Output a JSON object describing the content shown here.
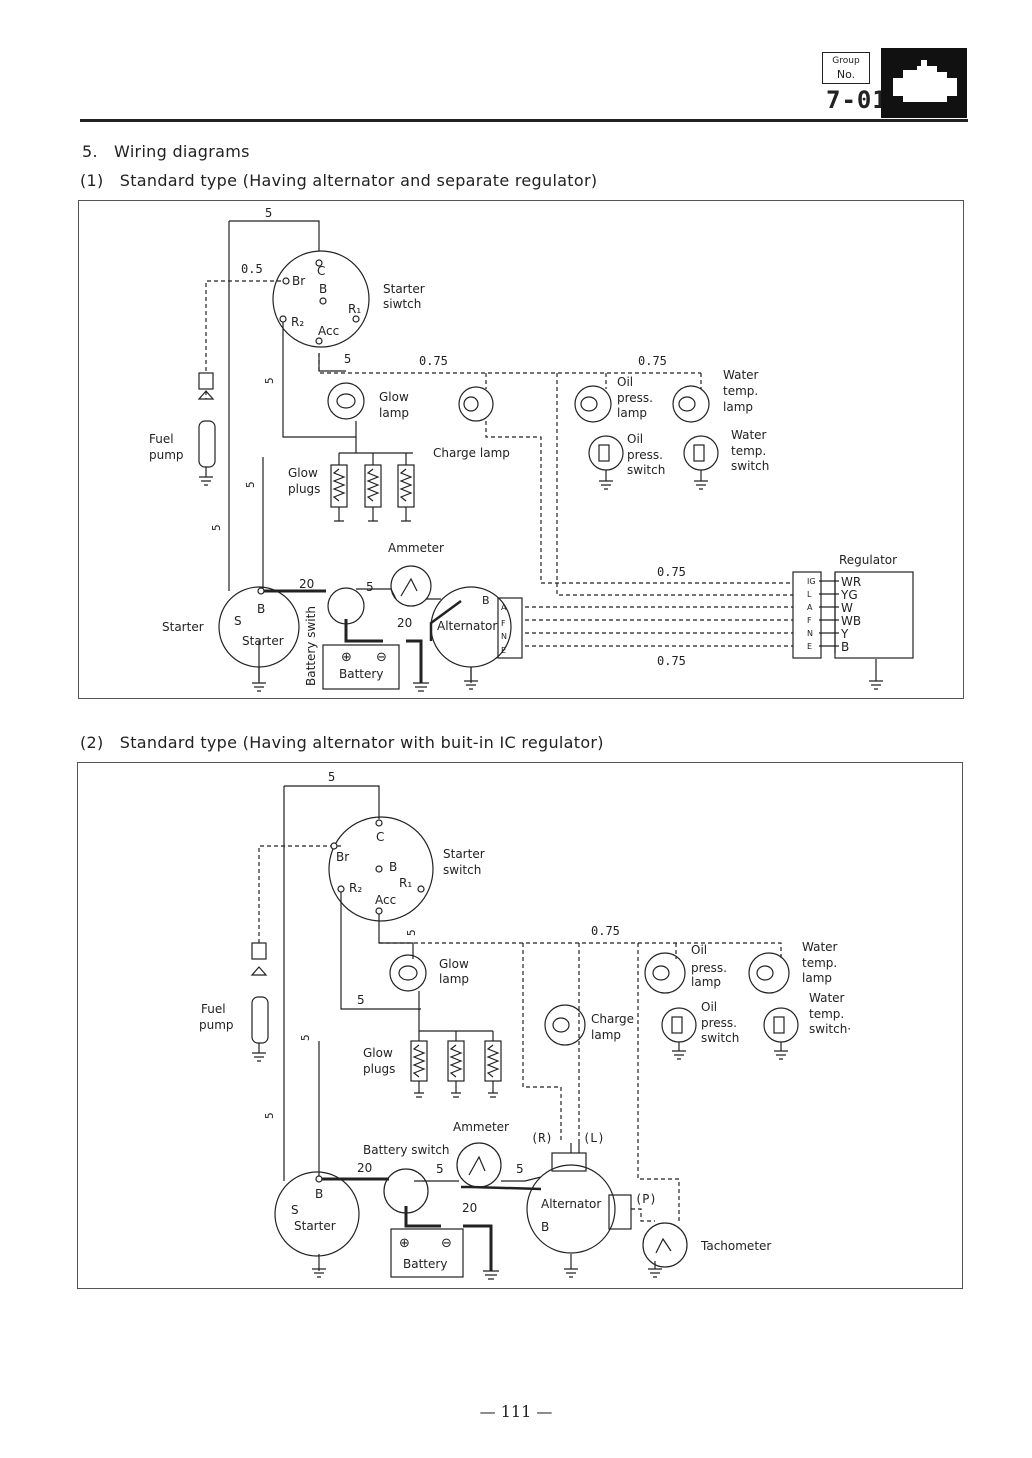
{
  "header": {
    "group_label": "Group",
    "no_label": "No.",
    "group_number": "7-01"
  },
  "section": {
    "title_num": "5.",
    "title": "Wiring diagrams"
  },
  "diagram1": {
    "heading_num": "(1)",
    "heading": "Standard type (Having alternator and separate regulator)",
    "labels": {
      "starter_switch": [
        "Starter",
        "siwtch"
      ],
      "glow_lamp": [
        "Glow",
        "lamp"
      ],
      "charge_lamp": "Charge lamp",
      "oil_press_lamp": [
        "Oil",
        "press.",
        "lamp"
      ],
      "water_temp_lamp": [
        "Water",
        "temp.",
        "lamp"
      ],
      "oil_press_switch": [
        "Oil",
        "press.",
        "switch"
      ],
      "water_temp_switch": [
        "Water",
        "temp.",
        "switch"
      ],
      "fuel_pump": [
        "Fuel",
        "pump"
      ],
      "glow_plugs": [
        "Glow",
        "plugs"
      ],
      "ammeter": "Ammeter",
      "regulator": "Regulator",
      "starter": "Starter",
      "starter_inner": "Starter",
      "battery_switch": "Battery swith",
      "battery": "Battery",
      "alternator": "Alternator",
      "terminals_switch": [
        "C",
        "Br",
        "B",
        "R₁",
        "R₂",
        "Acc"
      ],
      "terminal_s": "S",
      "terminal_b": "B",
      "alt_b": "B",
      "alt_terms": [
        "A",
        "F",
        "N",
        "E"
      ],
      "reg_left": [
        "IG",
        "L",
        "A",
        "F",
        "N",
        "E"
      ],
      "reg_right": [
        "WR",
        "YG",
        "W",
        "WB",
        "Y",
        "B"
      ]
    },
    "wire_sizes": {
      "top": "5",
      "br": "0.5",
      "acc": "5",
      "lamp_bus1": "0.75",
      "lamp_bus2": "0.75",
      "vert1": "5",
      "vert2": "5",
      "vert3": "5",
      "starter_batt": "20",
      "amm_in": "5",
      "alt_out": "20",
      "reg_top": "0.75",
      "reg_bot": "0.75"
    }
  },
  "diagram2": {
    "heading_num": "(2)",
    "heading": "Standard type (Having alternator with buit-in IC regulator)",
    "labels": {
      "starter_switch": [
        "Starter",
        "switch"
      ],
      "glow_lamp": [
        "Glow",
        "lamp"
      ],
      "charge_lamp": [
        "Charge",
        "lamp"
      ],
      "oil_press_lamp": [
        "Oil",
        "press.",
        "lamp"
      ],
      "water_temp_lamp": [
        "Water",
        "temp.",
        "lamp"
      ],
      "oil_press_switch": [
        "Oil",
        "press.",
        "switch"
      ],
      "water_temp_switch": [
        "Water",
        "temp.",
        "switch·"
      ],
      "fuel_pump": [
        "Fuel",
        "pump"
      ],
      "glow_plugs": [
        "Glow",
        "plugs"
      ],
      "ammeter": "Ammeter",
      "battery_switch": "Battery switch",
      "battery": "Battery",
      "starter": "Starter",
      "alternator": "Alternator",
      "tachometer": "Tachometer",
      "terminals_switch": [
        "C",
        "Br",
        "B",
        "R₁",
        "R₂",
        "Acc"
      ],
      "terminal_s": "S",
      "terminal_b": "B",
      "alt_b": "B",
      "r_term": "(R)",
      "l_term": "(L)",
      "p_term": "(P)"
    },
    "wire_sizes": {
      "top": "5",
      "acc": "5",
      "lamp_bus": "0.75",
      "glow_feed": "5",
      "vert1": "5",
      "vert2": "5",
      "starter_batt": "20",
      "amm_in": "5",
      "amm_out": "5",
      "alt_out": "20"
    }
  },
  "page_number": "— 111 —"
}
